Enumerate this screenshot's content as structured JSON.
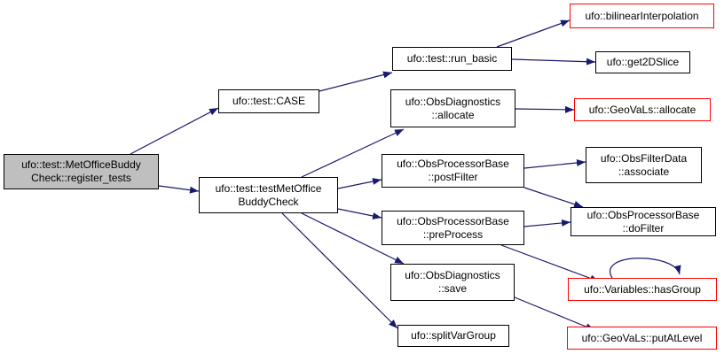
{
  "graph": {
    "nodes": {
      "register_tests": {
        "lines": [
          "ufo::test::MetOfficeBuddy",
          "Check::register_tests"
        ],
        "highlight": true
      },
      "case": {
        "lines": [
          "ufo::test::CASE"
        ]
      },
      "testMetOffice": {
        "lines": [
          "ufo::test::testMetOffice",
          "BuddyCheck"
        ]
      },
      "run_basic": {
        "lines": [
          "ufo::test::run_basic"
        ]
      },
      "obsdiag_allocate": {
        "lines": [
          "ufo::ObsDiagnostics",
          "::allocate"
        ]
      },
      "postFilter": {
        "lines": [
          "ufo::ObsProcessorBase",
          "::postFilter"
        ]
      },
      "preProcess": {
        "lines": [
          "ufo::ObsProcessorBase",
          "::preProcess"
        ]
      },
      "obsdiag_save": {
        "lines": [
          "ufo::ObsDiagnostics",
          "::save"
        ]
      },
      "splitVarGroup": {
        "lines": [
          "ufo::splitVarGroup"
        ]
      },
      "bilinear": {
        "lines": [
          "ufo::bilinearInterpolation"
        ],
        "truncated": true
      },
      "get2DSlice": {
        "lines": [
          "ufo::get2DSlice"
        ]
      },
      "geovals_allocate": {
        "lines": [
          "ufo::GeoVaLs::allocate"
        ],
        "truncated": true
      },
      "associate": {
        "lines": [
          "ufo::ObsFilterData",
          "::associate"
        ]
      },
      "doFilter": {
        "lines": [
          "ufo::ObsProcessorBase",
          "::doFilter"
        ]
      },
      "hasGroup": {
        "lines": [
          "ufo::Variables::hasGroup"
        ],
        "truncated": true
      },
      "putAtLevel": {
        "lines": [
          "ufo::GeoVaLs::putAtLevel"
        ],
        "truncated": true
      }
    },
    "edges": [
      [
        "register_tests",
        "case"
      ],
      [
        "register_tests",
        "testMetOffice"
      ],
      [
        "case",
        "run_basic"
      ],
      [
        "run_basic",
        "bilinear"
      ],
      [
        "run_basic",
        "get2DSlice"
      ],
      [
        "testMetOffice",
        "obsdiag_allocate"
      ],
      [
        "testMetOffice",
        "postFilter"
      ],
      [
        "testMetOffice",
        "preProcess"
      ],
      [
        "testMetOffice",
        "obsdiag_save"
      ],
      [
        "testMetOffice",
        "splitVarGroup"
      ],
      [
        "obsdiag_allocate",
        "geovals_allocate"
      ],
      [
        "postFilter",
        "associate"
      ],
      [
        "postFilter",
        "doFilter"
      ],
      [
        "preProcess",
        "doFilter"
      ],
      [
        "preProcess",
        "hasGroup"
      ],
      [
        "hasGroup",
        "hasGroup"
      ],
      [
        "obsdiag_save",
        "putAtLevel"
      ]
    ],
    "colors": {
      "edge": "#191970",
      "truncated_border": "#ff0000",
      "highlight_fill": "#bfbfbf"
    }
  }
}
